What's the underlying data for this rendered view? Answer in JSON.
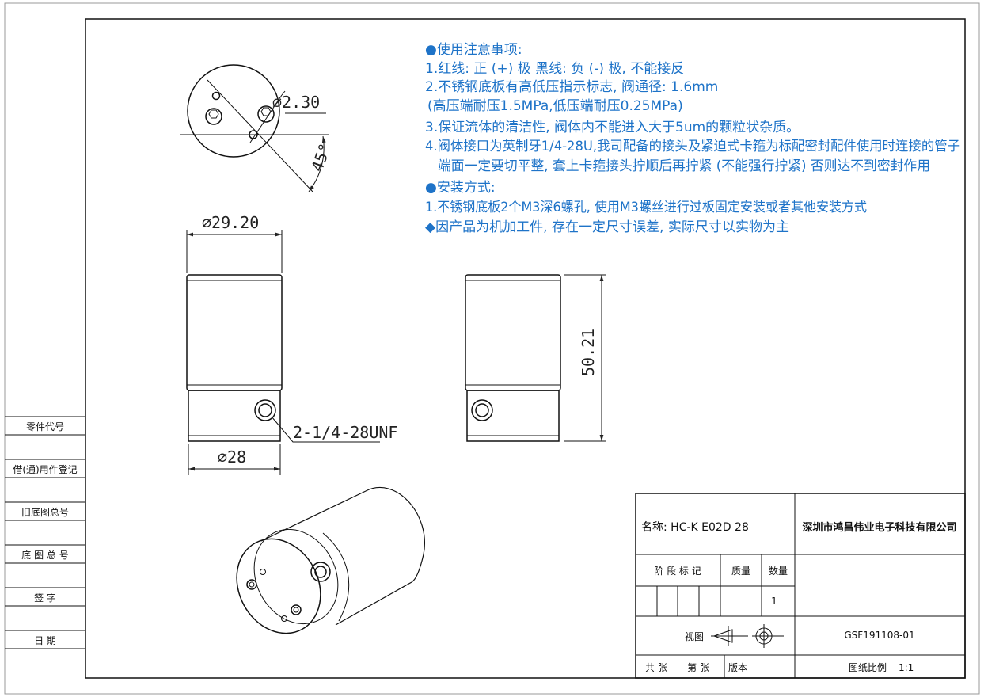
{
  "notes": {
    "heading_usage": "●使用注意事项:",
    "line1": "1.红线: 正 (+) 极    黑线: 负 (-) 极, 不能接反",
    "line2": "2.不锈钢底板有高低压指示标志, 阀通径: 1.6mm",
    "line2b": "(高压端耐压1.5MPa,低压端耐压0.25MPa)",
    "line3": "3.保证流体的清洁性, 阀体内不能进入大于5um的颗粒状杂质。",
    "line4": "4.阀体接口为英制牙1/4-28U,我司配备的接头及紧迫式卡箍为标配密封配件使用时连接的管子",
    "line4b": "端面一定要切平整, 套上卡箍接头拧顺后再拧紧 (不能强行拧紧) 否则达不到密封作用",
    "heading_install": "●安装方式:",
    "install1": "1.不锈钢底板2个M3深6螺孔, 使用M3螺丝进行过板固定安装或者其他安装方式",
    "diamond": "◆因产品为机加工件, 存在一定尺寸误差, 实际尺寸以实物为主"
  },
  "dimensions": {
    "hole_dia": "2.30",
    "angle": "45°",
    "body_dia": "29.20",
    "base_dia": "28",
    "port": "2-1/4-28UNF",
    "height": "50.21"
  },
  "side_table": [
    "零件代号",
    "借(通)用件登记",
    "旧底图总号",
    "底 图 总 号",
    "签    字",
    "日    期"
  ],
  "title_block": {
    "name": "名称: HC-K E02D 28",
    "company": "深圳市鸿昌伟业电子科技有限公司",
    "stage_mark": "阶 段 标 记",
    "mass": "质量",
    "qty": "数量",
    "qty_value": "1",
    "view": "视图",
    "drawing_no": "GSF191108-01",
    "sheets": "共  张",
    "sheet_no": "第  张",
    "version": "版本",
    "scale_label": "图纸比例",
    "scale_value": "1:1"
  }
}
